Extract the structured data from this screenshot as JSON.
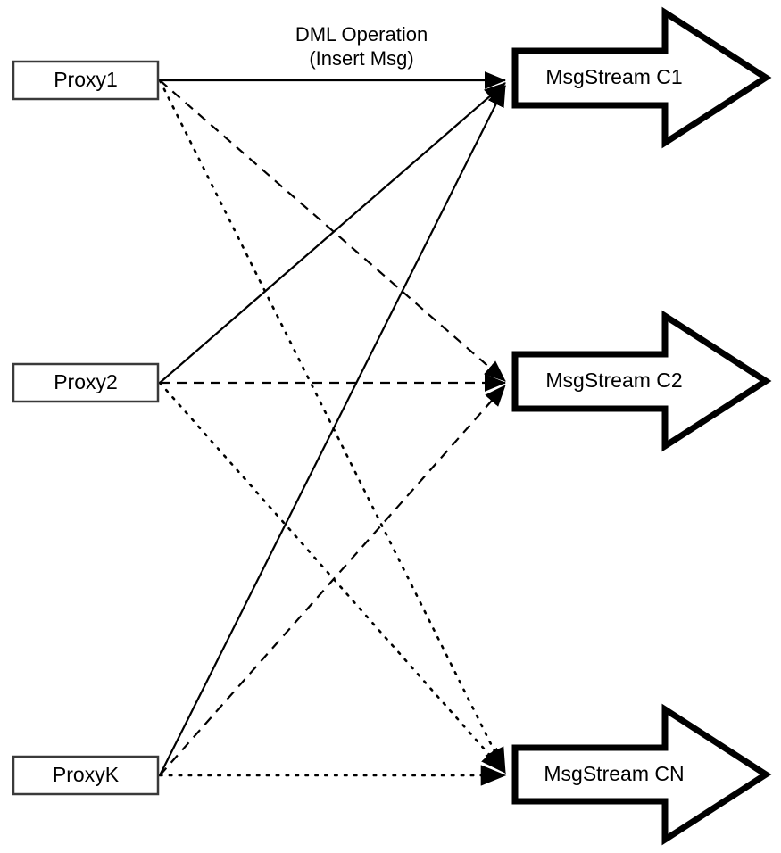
{
  "diagram": {
    "title_caption": {
      "line1": "DML Operation",
      "line2": "(Insert Msg)"
    },
    "proxies": [
      {
        "id": "proxy1",
        "label": "Proxy1"
      },
      {
        "id": "proxy2",
        "label": "Proxy2"
      },
      {
        "id": "proxyk",
        "label": "ProxyK"
      }
    ],
    "streams": [
      {
        "id": "c1",
        "label": "MsgStream C1"
      },
      {
        "id": "c2",
        "label": "MsgStream C2"
      },
      {
        "id": "cn",
        "label": "MsgStream CN"
      }
    ],
    "edges": [
      {
        "from": "proxy1",
        "to": "c1",
        "style": "solid"
      },
      {
        "from": "proxy1",
        "to": "c2",
        "style": "dashed"
      },
      {
        "from": "proxy1",
        "to": "cn",
        "style": "dotted"
      },
      {
        "from": "proxy2",
        "to": "c1",
        "style": "solid"
      },
      {
        "from": "proxy2",
        "to": "c2",
        "style": "dashed"
      },
      {
        "from": "proxy2",
        "to": "cn",
        "style": "dotted"
      },
      {
        "from": "proxyk",
        "to": "c1",
        "style": "solid"
      },
      {
        "from": "proxyk",
        "to": "c2",
        "style": "dashed"
      },
      {
        "from": "proxyk",
        "to": "cn",
        "style": "dotted"
      }
    ],
    "colors": {
      "stroke": "#000000",
      "box_border": "#3a3a3a",
      "background": "#ffffff"
    }
  }
}
